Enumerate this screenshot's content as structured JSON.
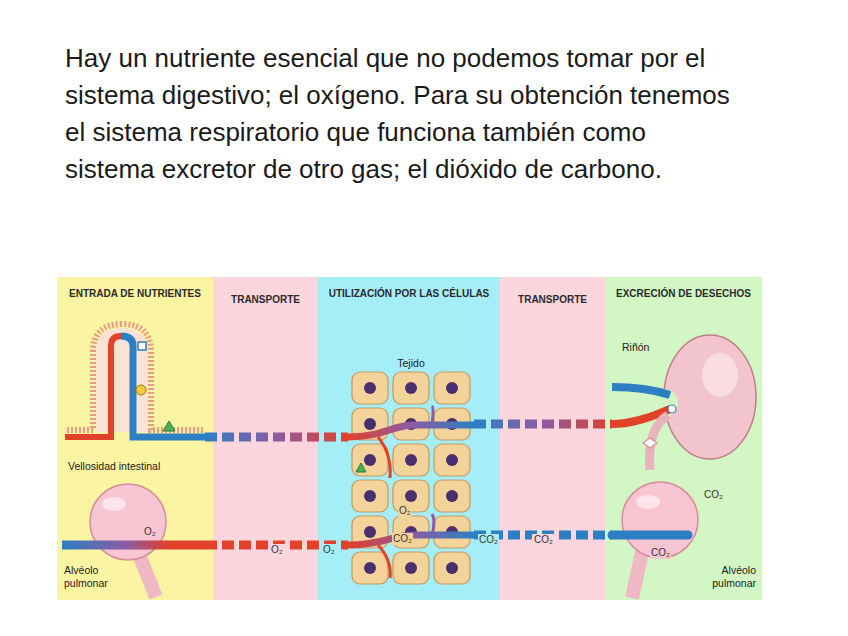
{
  "diagram": {
    "nodes": [
      {
        "text": [
          "ENTRADA DE NUTRIENTES"
        ]
      },
      {
        "text": [
          "TRANSPORTE"
        ]
      },
      {
        "text": [
          "UTILIZACIÓN POR LAS CÉLULAS"
        ]
      },
      {
        "text": [
          "TRANSPORTE"
        ]
      },
      {
        "text": [
          "EXCRECIÓN DE DESECHOS"
        ]
      },
      {
        "text": [
          "Vellosidad intestinal"
        ],
        "in": 0
      },
      {
        "text": [
          "Alvéolo pulmonar"
        ],
        "in": 0
      },
      {
        "text": [
          "Tejido"
        ],
        "in": 2
      },
      {
        "text": [
          "Riñón"
        ],
        "in": 4
      },
      {
        "text": [
          "Alvéolo pulmonar"
        ],
        "in": 4
      }
    ],
    "edges": [
      {
        "from": 5,
        "to": 7,
        "arrow": "none"
      },
      {
        "from": 6,
        "to": 7,
        "label": "O₂",
        "arrow": "none"
      },
      {
        "from": 7,
        "to": 8,
        "arrow": "none"
      },
      {
        "from": 7,
        "to": 9,
        "label": "CO₂",
        "arrow": "none"
      }
    ],
    "labels": [
      "Hay un nutriente esencial que no podemos tomar por el sistema digestivo; el oxígeno. Para su obtención tenemos el sistema respiratorio que funciona también como sistema excretor de otro gas; el dióxido de carbono.",
      "O₂",
      "O₂",
      "O₂",
      "CO₂",
      "CO₂",
      "CO₂",
      "CO₂"
    ]
  }
}
